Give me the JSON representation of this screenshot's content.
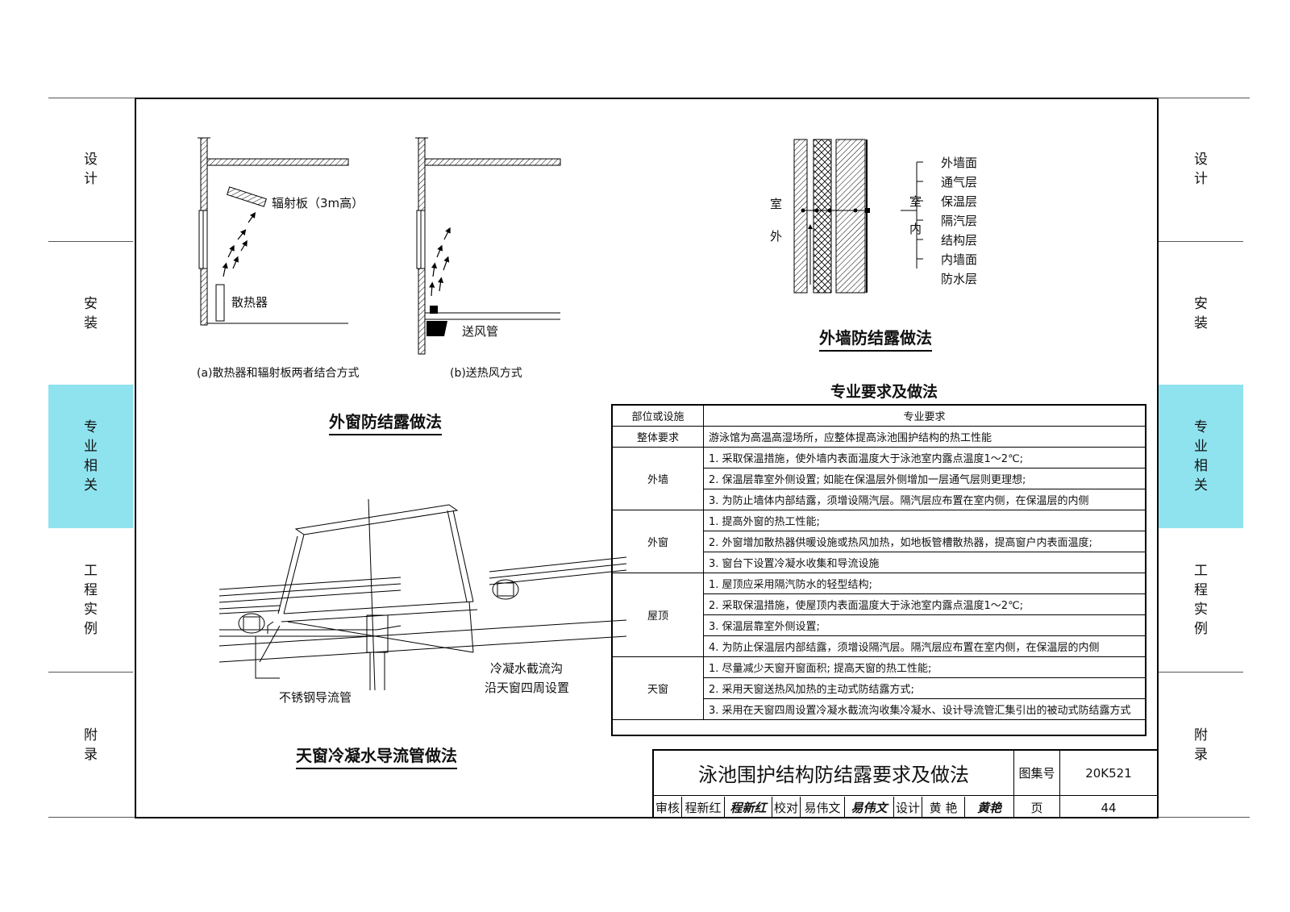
{
  "side_tabs": [
    "设计",
    "安装",
    "专业相关",
    "工程实例",
    "附录"
  ],
  "active_tab": "专业相关",
  "colors": {
    "active_tab": "#8fe3ef",
    "line": "#000000"
  },
  "figures": {
    "window": {
      "title": "外窗防结露做法",
      "sub_a": "(a)散热器和辐射板两者结合方式",
      "sub_b": "(b)送热风方式",
      "label_radiant_panel": "辐射板（3m高）",
      "label_radiator": "散热器",
      "label_air_duct": "送风管"
    },
    "wall": {
      "title": "外墙防结露做法",
      "outdoor": "室外",
      "indoor": "室内",
      "layers": [
        "外墙面",
        "通气层",
        "保温层",
        "隔汽层",
        "结构层",
        "内墙面",
        "防水层"
      ]
    },
    "skylight": {
      "title": "天窗冷凝水导流管做法",
      "label_gutter_1": "冷凝水截流沟",
      "label_gutter_2": "沿天窗四周设置",
      "label_pipe": "不锈钢导流管"
    }
  },
  "table": {
    "title": "专业要求及做法",
    "headers": [
      "部位或设施",
      "专业要求"
    ],
    "rows": [
      {
        "location": "整体要求",
        "items": [
          "游泳馆为高温高湿场所，应整体提高泳池围护结构的热工性能"
        ]
      },
      {
        "location": "外墙",
        "items": [
          "1. 采取保温措施，使外墙内表面温度大于泳池室内露点温度1～2℃;",
          "2. 保温层靠室外侧设置; 如能在保温层外侧增加一层通气层则更理想;",
          "3. 为防止墙体内部结露，须增设隔汽层。隔汽层应布置在室内侧，在保温层的内侧"
        ]
      },
      {
        "location": "外窗",
        "items": [
          "1. 提高外窗的热工性能;",
          "2. 外窗增加散热器供暖设施或热风加热，如地板管槽散热器，提高窗户内表面温度;",
          "3. 窗台下设置冷凝水收集和导流设施"
        ]
      },
      {
        "location": "屋顶",
        "items": [
          "1. 屋顶应采用隔汽防水的轻型结构;",
          "2. 采取保温措施，使屋顶内表面温度大于泳池室内露点温度1～2℃;",
          "3. 保温层靠室外侧设置;",
          "4. 为防止保温层内部结露，须增设隔汽层。隔汽层应布置在室内侧，在保温层的内侧"
        ]
      },
      {
        "location": "天窗",
        "items": [
          "1. 尽量减少天窗开窗面积; 提高天窗的热工性能;",
          "2. 采用天窗送热风加热的主动式防结露方式;",
          "3. 采用在天窗四周设置冷凝水截流沟收集冷凝水、设计导流管汇集引出的被动式防结露方式"
        ]
      }
    ]
  },
  "title_block": {
    "drawing_title": "泳池围护结构防结露要求及做法",
    "atlas_label": "图集号",
    "atlas_no": "20K521",
    "review_label": "审核",
    "reviewer": "程新红",
    "reviewer_sig": "程新红",
    "check_label": "校对",
    "checker": "易伟文",
    "checker_sig": "易伟文",
    "design_label": "设计",
    "designer": "黄 艳",
    "designer_sig": "黄艳",
    "page_label": "页",
    "page_no": "44"
  }
}
